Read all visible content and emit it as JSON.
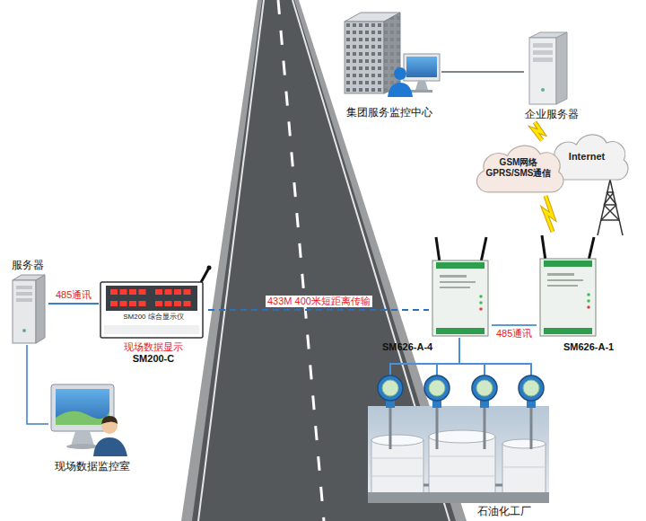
{
  "diagram": {
    "nodes": [
      {
        "text": [
          "集团服务监控中心"
        ]
      },
      {
        "text": [
          "企业服务器"
        ]
      },
      {
        "text": [
          "GSM网络 GPRS/SMS通信"
        ]
      },
      {
        "text": [
          "Internet"
        ]
      },
      {
        "text": [
          "服务器"
        ]
      },
      {
        "text": [
          "SM200 综合显示仪",
          "现场数据显示",
          "SM200-C"
        ]
      },
      {
        "text": [
          "SM626-A-4"
        ]
      },
      {
        "text": [
          "SM626-A-1"
        ]
      },
      {
        "text": [
          "现场数据监控室"
        ]
      },
      {
        "text": [
          "石油化工厂"
        ]
      }
    ],
    "edges": [
      {
        "from": 0,
        "to": 1,
        "arrow": "none"
      },
      {
        "from": 2,
        "to": 1,
        "arrow": "none"
      },
      {
        "from": 7,
        "to": 2,
        "arrow": "none"
      },
      {
        "from": 6,
        "to": 7,
        "label": "485通讯",
        "arrow": "none"
      },
      {
        "from": 4,
        "to": 8,
        "arrow": "none"
      },
      {
        "from": 5,
        "to": 6,
        "label": "433M 400米短距离传输",
        "arrow": "none"
      },
      {
        "from": 4,
        "to": 5,
        "label": "485通讯",
        "arrow": "none"
      },
      {
        "from": 6,
        "to": 9,
        "arrow": "none"
      }
    ]
  }
}
